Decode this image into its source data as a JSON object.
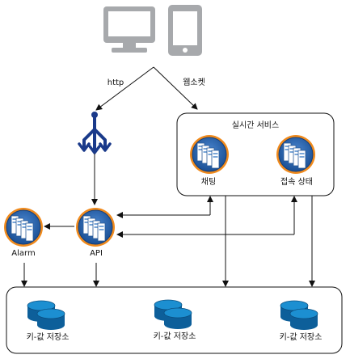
{
  "edges": {
    "http": "http",
    "websocket": "웹소켓"
  },
  "realtime_group": {
    "title": "실시간 서비스",
    "chat": "채팅",
    "presence": "접속 상태"
  },
  "servers": {
    "alarm": "Alarm",
    "api": "API"
  },
  "storage": {
    "kv1": "키-값 저장소",
    "kv2": "키-값 저장소",
    "kv3": "키-값 저장소"
  },
  "colors": {
    "line": "#111111",
    "device_fill": "#a7a9ac",
    "lb_blue": "#1a3a8a",
    "server_blue": "#1f5fa8",
    "server_orange": "#f08a1c",
    "db_blue": "#1c8fd1",
    "db_dark": "#0d5f9a"
  },
  "icons": [
    "desktop-icon",
    "mobile-icon",
    "load-balancer-icon",
    "server-icon",
    "database-icon"
  ]
}
